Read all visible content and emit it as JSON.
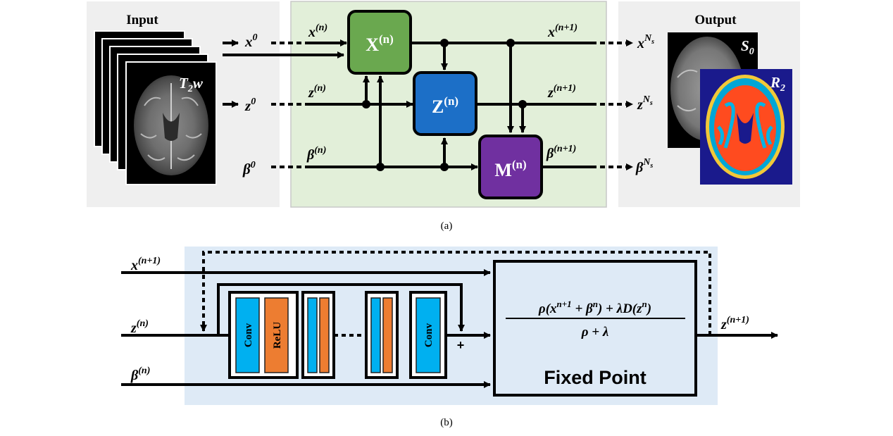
{
  "panel_a": {
    "input_title": "Input",
    "output_title": "Output",
    "input_image_label": {
      "base": "T",
      "sub": "2",
      "tail": "w"
    },
    "output_s0_label": {
      "base": "S",
      "sub": "0"
    },
    "output_r2_label": {
      "base": "R",
      "sub": "2"
    },
    "inputs": [
      {
        "base": "x",
        "sup": "0"
      },
      {
        "base": "z",
        "sup": "0"
      },
      {
        "base": "β",
        "sup": "0"
      }
    ],
    "iter_inputs": [
      {
        "base": "x",
        "sup": "(n)"
      },
      {
        "base": "z",
        "sup": "(n)"
      },
      {
        "base": "β",
        "sup": "(n)"
      }
    ],
    "iter_outputs": [
      {
        "base": "x",
        "sup": "(n+1)"
      },
      {
        "base": "z",
        "sup": "(n+1)"
      },
      {
        "base": "β",
        "sup": "(n+1)"
      }
    ],
    "final_outputs": [
      {
        "base": "x",
        "sup": "N",
        "supsub": "s"
      },
      {
        "base": "z",
        "sup": "N",
        "supsub": "s"
      },
      {
        "base": "β",
        "sup": "N",
        "supsub": "s"
      }
    ],
    "blocks": [
      {
        "base": "X",
        "sup": "(n)",
        "color": "#6aa84f"
      },
      {
        "base": "Z",
        "sup": "(n)",
        "color": "#1c6fc7"
      },
      {
        "base": "M",
        "sup": "(n)",
        "color": "#7030a0"
      }
    ],
    "caption": "(a)"
  },
  "panel_b": {
    "inputs": [
      {
        "base": "x",
        "sup": "(n+1)"
      },
      {
        "base": "z",
        "sup": "(n)"
      },
      {
        "base": "β",
        "sup": "(n)"
      }
    ],
    "output": {
      "base": "z",
      "sup": "(n+1)"
    },
    "conv_label": "Conv",
    "relu_label": "ReLU",
    "conv_end_label": "Conv",
    "plus_sign": "+",
    "fixed_point_title": "Fixed Point",
    "formula_numerator": "ρ(x^(n+1) + β^n) + λD(z^n)",
    "formula_denominator": "ρ + λ",
    "conv_color": "#00b0f0",
    "relu_color": "#ed7d31",
    "caption": "(b)"
  }
}
